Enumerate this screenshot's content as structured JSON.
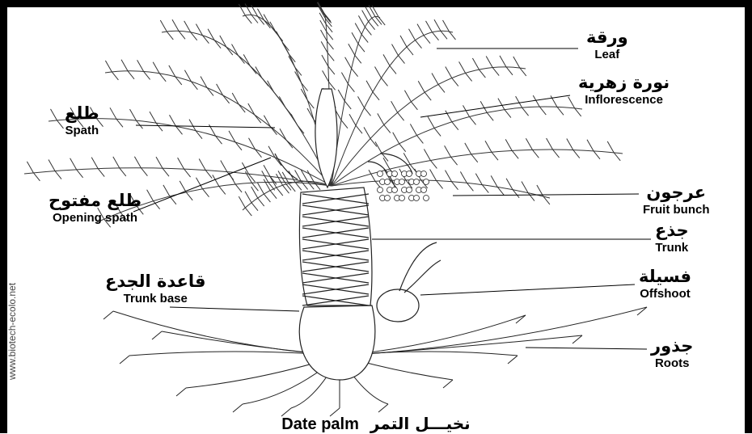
{
  "labels": {
    "leaf": {
      "ar": "ورقة",
      "en": "Leaf"
    },
    "inflorescence": {
      "ar": "نورة زهرية",
      "en": "Inflorescence"
    },
    "spath": {
      "ar": "طلع",
      "en": "Spath"
    },
    "opening_spath": {
      "ar": "طلع مفتوح",
      "en": "Opening spath"
    },
    "fruit_bunch": {
      "ar": "عرجون",
      "en": "Fruit bunch"
    },
    "trunk": {
      "ar": "جذع",
      "en": "Trunk"
    },
    "offshoot": {
      "ar": "فسيلة",
      "en": "Offshoot"
    },
    "trunk_base": {
      "ar": "قاعدة الجدع",
      "en": "Trunk base"
    },
    "roots": {
      "ar": "جذور",
      "en": "Roots"
    }
  },
  "title": {
    "en": "Date palm",
    "ar": "نخيـــل التمر"
  },
  "watermark": "www.biotech-ecolo.net"
}
